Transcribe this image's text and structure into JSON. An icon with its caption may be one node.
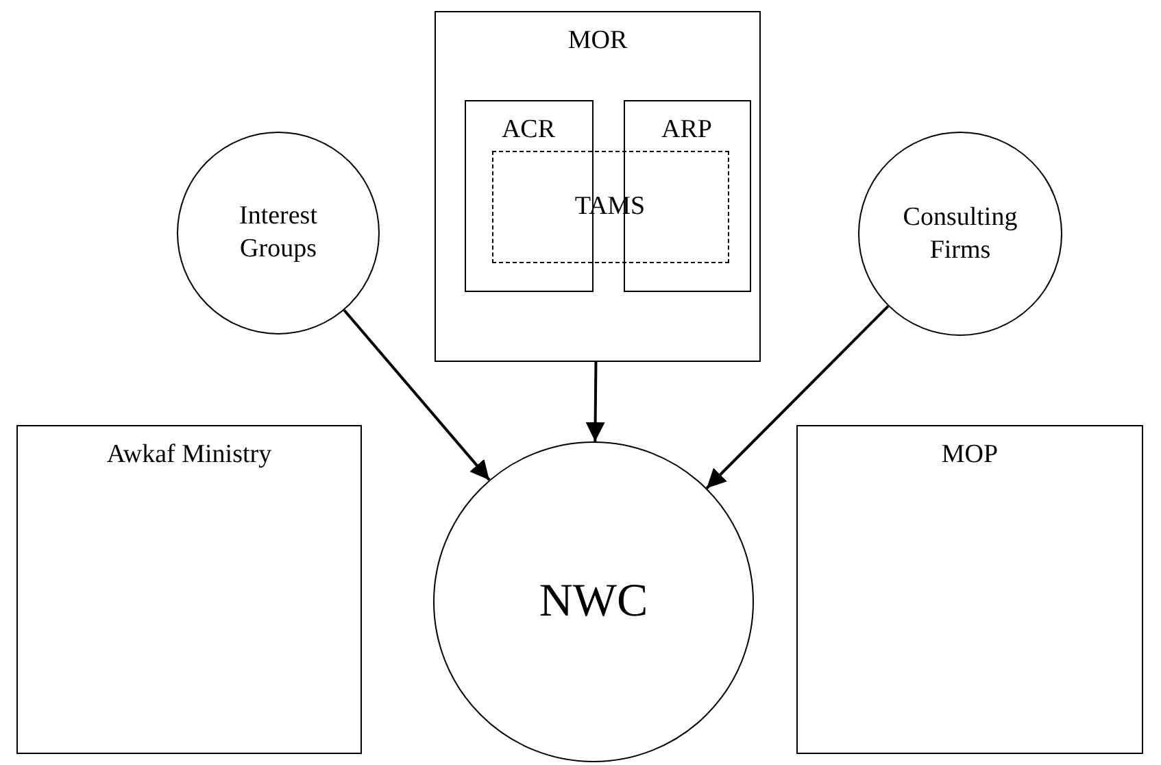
{
  "diagram": {
    "nodes": [
      {
        "text": [
          "MOR"
        ]
      },
      {
        "text": [
          "ACR"
        ],
        "in": 0
      },
      {
        "text": [
          "ARP"
        ],
        "in": 0
      },
      {
        "text": [
          "TAMS"
        ],
        "in": 0
      },
      {
        "text": [
          "Interest Groups"
        ]
      },
      {
        "text": [
          "Consulting Firms"
        ]
      },
      {
        "text": [
          "Awkaf Ministry"
        ]
      },
      {
        "text": [
          "NWC"
        ]
      },
      {
        "text": [
          "MOP"
        ]
      }
    ],
    "edges": [
      {
        "from": 4,
        "to": 7,
        "arrow": "to"
      },
      {
        "from": 0,
        "to": 7,
        "arrow": "to"
      },
      {
        "from": 5,
        "to": 7,
        "arrow": "to"
      }
    ]
  }
}
